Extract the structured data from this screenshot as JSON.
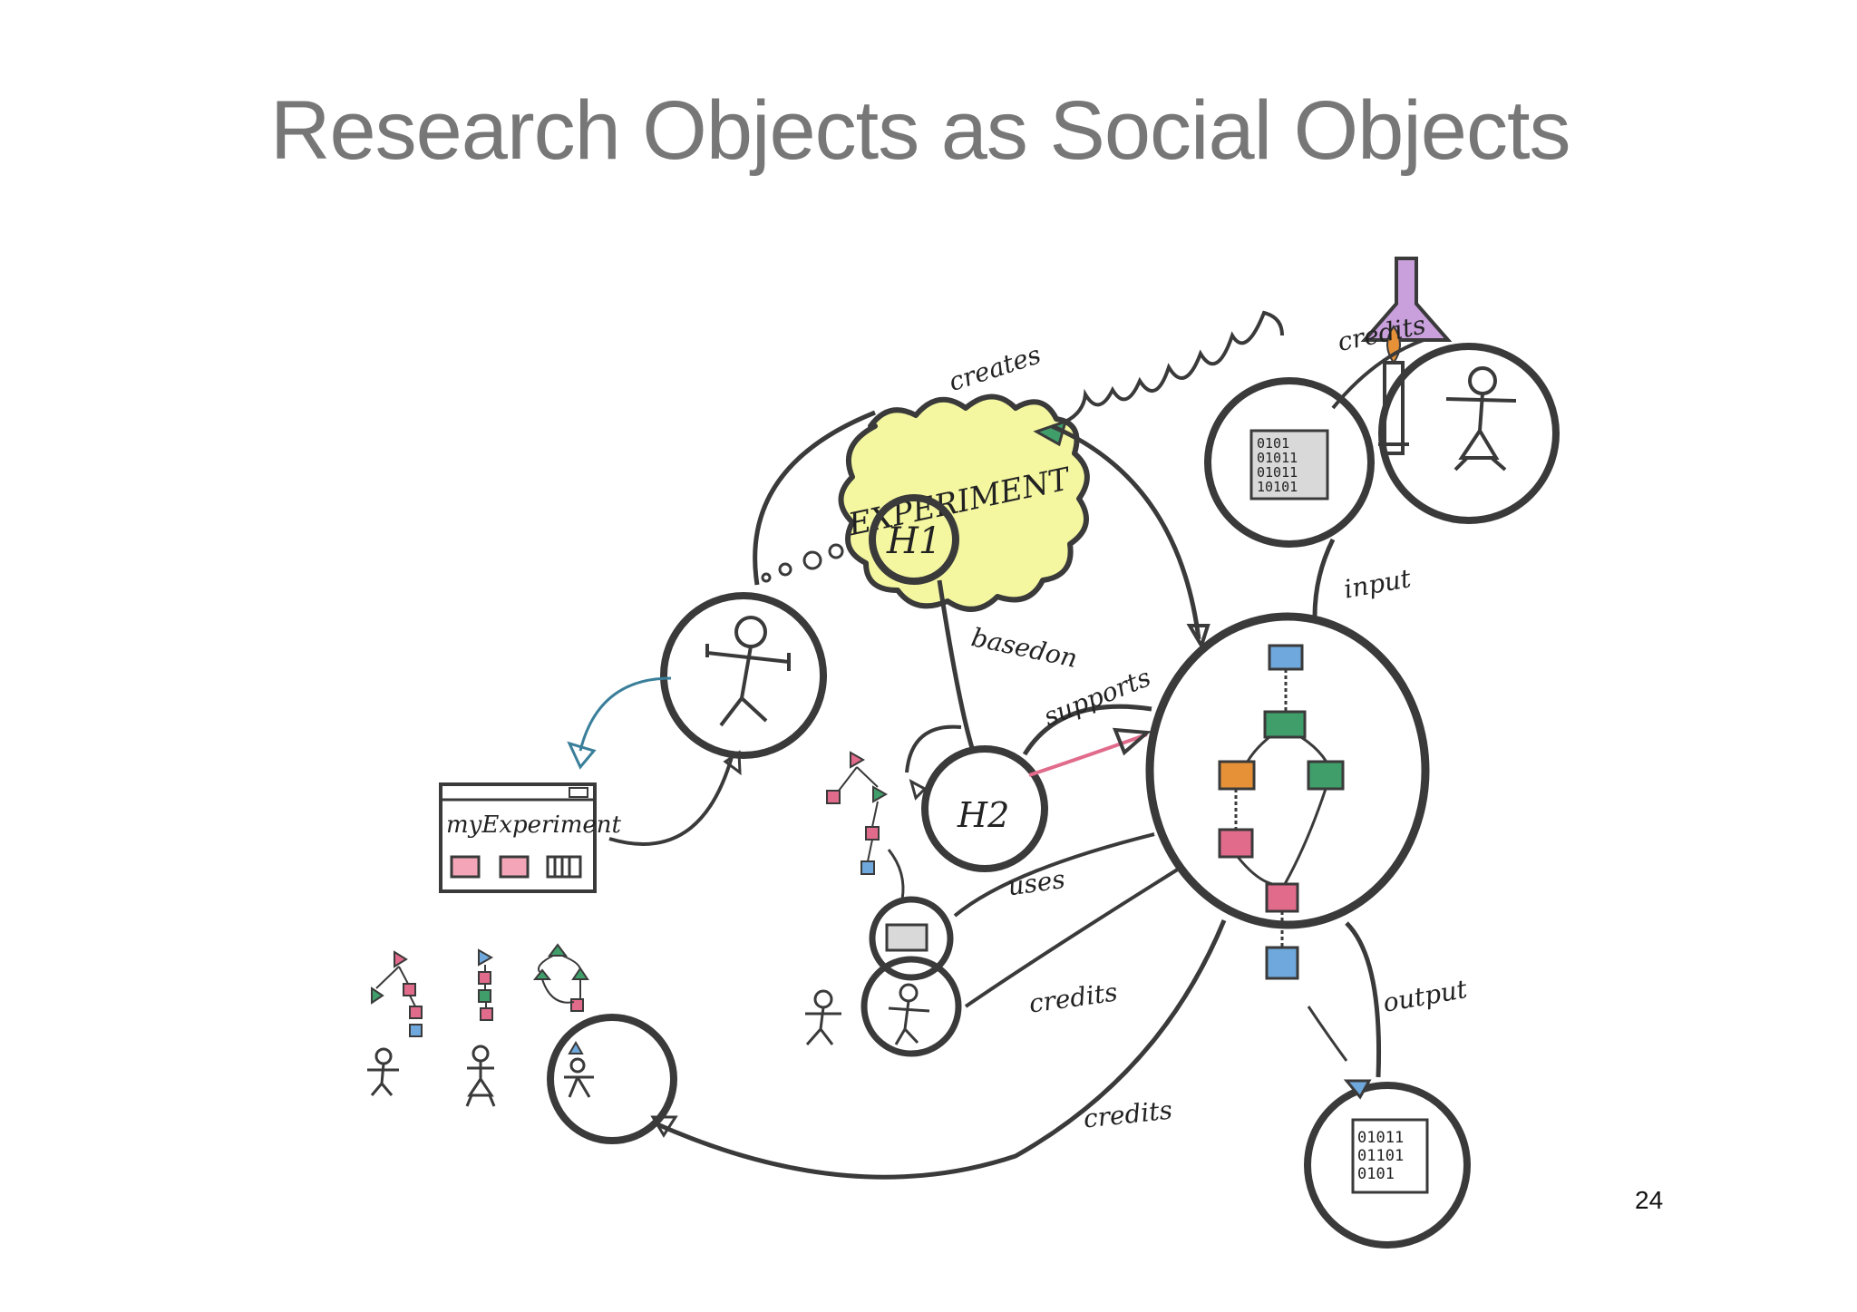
{
  "slide": {
    "title": "Research Objects as Social Objects",
    "page_number": "24"
  },
  "diagram": {
    "experiment_label": "EXPERIMENT",
    "hypothesis_1": "H1",
    "hypothesis_2": "H2",
    "labels": {
      "creates": "creates",
      "credits_top": "credits",
      "input": "input",
      "based_on": "basedon",
      "supports": "supports",
      "uses": "uses",
      "credits_mid": "credits",
      "output": "output",
      "credits_bottom": "credits",
      "myexperiment": "myExperiment"
    },
    "binary_top": [
      "0101",
      "01011",
      "01011",
      "10101"
    ],
    "binary_bottom": [
      "01011",
      "01101",
      "0101"
    ],
    "colors": {
      "blue": "#6fa8dc",
      "green": "#3f9e6a",
      "orange": "#e69138",
      "pink": "#e06b8b",
      "yellow": "#f4f7a0",
      "lilac": "#c9a0dc",
      "ink": "#3a3a3a"
    }
  }
}
